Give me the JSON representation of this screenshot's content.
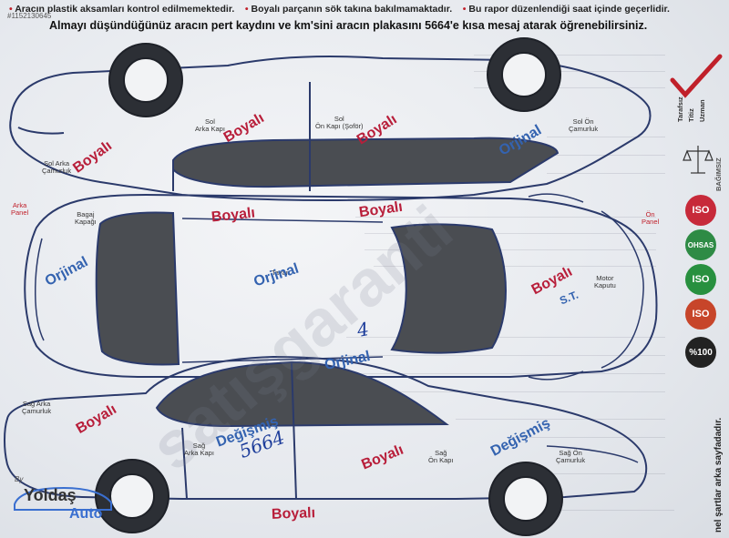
{
  "header": {
    "id": "#1152130645",
    "bullet1": "Aracın plastik aksamları kontrol edilmemektedir.",
    "bullet2": "Boyalı parçanın sök takına bakılmamaktadır.",
    "bullet3": "Bu rapor düzenlendiği saat içinde geçerlidir.",
    "subtitle": "Almayı düşündüğünüz aracın pert kaydını ve km'sini aracın plakasını 5664'e kısa mesaj atarak öğrenebilirsiniz."
  },
  "parts": {
    "sol_arka_camurluk": "Sol Arka\nÇamurluk",
    "sol_arka_kapi": "Sol\nArka Kapı",
    "sol_on_kapi": "Sol\nÖn Kapı (Şoför)",
    "sol_on_camurluk": "Sol Ön\nÇamurluk",
    "arka_panel": "Arka\nPanel",
    "bagaj_kapagi": "Bagaj\nKapağı",
    "tavan": "Tavan",
    "on_panel": "Ön\nPanel",
    "motor_kaputu": "Motor\nKaputu",
    "sag_arka_camurluk": "Sağ Arka\nÇamurluk",
    "sag_arka_kapi": "Sağ\nArka Kapı",
    "sag_on_kapi": "Sağ\nÖn Kapı",
    "sag_on_camurluk": "Sağ Ön\nÇamurluk"
  },
  "stamps": {
    "boyali": "Boyalı",
    "orjinal": "Orjinal",
    "degismis": "Değişmiş",
    "st": "S.T."
  },
  "handwriting": {
    "code": "5664",
    "mark": "4"
  },
  "watermark": "satışgaranti",
  "right_panel": {
    "tarafsiz": "Tarafsız",
    "titiz": "Titiz",
    "uzman": "Uzman",
    "bagimsiz": "BAĞIMSIZ",
    "badges": [
      "ISO",
      "OHSAS",
      "ISO",
      "ISO"
    ],
    "percent": "%100",
    "side_note": "nel şartlar arka sayfadadır."
  },
  "logo": {
    "by": "By",
    "name1": "Yoldaş",
    "name2": "Auto"
  },
  "colors": {
    "boyali_red": "#b81e3a",
    "orjinal_blue": "#3463b0",
    "header_red": "#c0202a"
  }
}
